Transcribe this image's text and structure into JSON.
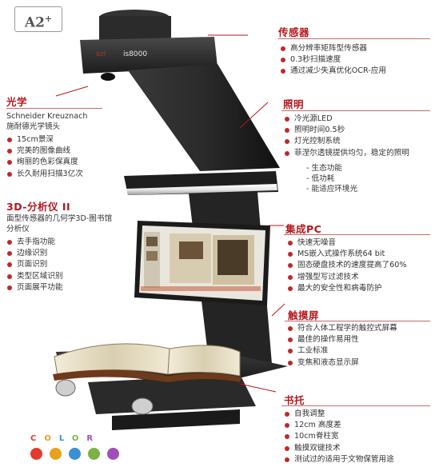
{
  "logo": {
    "text": "A2",
    "sup": "+"
  },
  "device": {
    "brand": "icrl",
    "model": "is8000"
  },
  "sensor": {
    "title": "传感器",
    "items": [
      "高分辨率矩阵型传感器",
      "0.3秒扫描速度",
      "通过减少失真优化OCR-应用"
    ]
  },
  "optics": {
    "title": "光学",
    "lines": [
      "Schneider Kreuznach",
      "施耐德光学镜头"
    ],
    "items": [
      "15cm景深",
      "完美的图像曲线",
      "绚丽的色彩保真度",
      "长久耐用扫描3亿次"
    ]
  },
  "lighting": {
    "title": "照明",
    "items": [
      "冷光源LED",
      "照明时间0.5秒",
      "灯光控制系统",
      "菲涅尔透镜提供均匀，稳定的照明"
    ],
    "sub_items": [
      "- 生态功能",
      "- 低功耗",
      "- 能适应环境光"
    ]
  },
  "analyzer": {
    "title": "3D-分析仪 II",
    "lines": [
      "面型传感器的几何学3D-图书馆",
      "分析仪"
    ],
    "items": [
      "去手指功能",
      "边缘识别",
      "页面识别",
      "类型区域识别",
      "页面展平功能"
    ]
  },
  "integrated_pc": {
    "title": "集成PC",
    "items": [
      "快速无噪音",
      "MS嵌入式操作系统64 bit",
      "固态硬盘技术的速度提高了60%",
      "增强型写过滤技术",
      "最大的安全性和病毒防护"
    ]
  },
  "touchscreen": {
    "title": "触摸屏",
    "items": [
      "符合人体工程学的触控式屏幕",
      "最佳的操作易用性",
      "工业标准",
      "变焦和液态显示屏"
    ]
  },
  "book_cradle": {
    "title": "书托",
    "items": [
      "自我调整",
      "12cm 高度差",
      "10cm脊柱宽",
      "触摸双键技术",
      "测试过的适用于文物保管用途"
    ]
  },
  "color_letters": [
    "C",
    "O",
    "L",
    "O",
    "R"
  ],
  "colors": {
    "accent": "#b5171d",
    "letters": [
      "#e23b2e",
      "#e6a21f",
      "#3b8fd6",
      "#7cb342",
      "#a04fb8"
    ]
  }
}
